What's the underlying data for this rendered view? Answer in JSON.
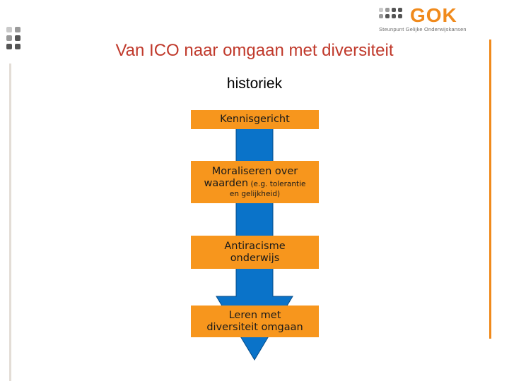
{
  "logo": {
    "word": "GOK",
    "tagline": "Steunpunt Gelijke Onderwijskansen"
  },
  "slide": {
    "title": "Van ICO naar omgaan met diversiteit",
    "subtitle": "historiek"
  },
  "flow": {
    "steps": [
      {
        "line1": "Kennisgericht"
      },
      {
        "line1": "Moraliseren over",
        "line2_main": "waarden",
        "line2_small": " (e.g. tolerantie",
        "line3_small": "en gelijkheid)"
      },
      {
        "line1": "Antiracisme",
        "line2": "onderwijs"
      },
      {
        "line1": "Leren met",
        "line2": "diversiteit omgaan"
      }
    ]
  },
  "colors": {
    "accent": "#f08a1c",
    "box": "#f7961d",
    "arrow": "#0a73c9",
    "title": "#c0392b"
  }
}
